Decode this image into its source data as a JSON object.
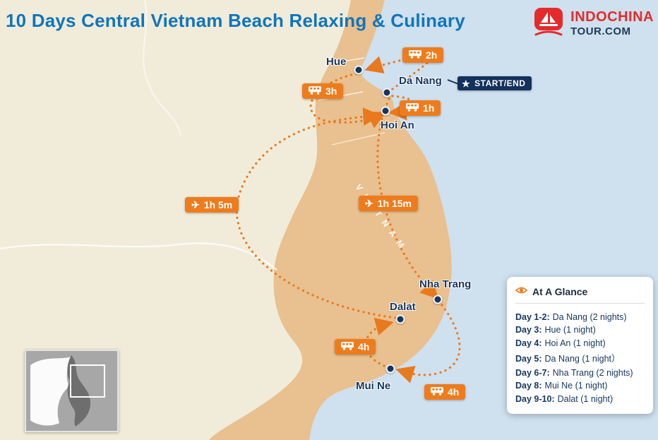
{
  "title": "10 Days Central Vietnam Beach Relaxing & Culinary",
  "logo": {
    "brand_top": "INDOCHINA",
    "brand_bottom": "TOUR.COM"
  },
  "start_end_label": "START/END",
  "vietnam_label": "VIETNAM",
  "icons": {
    "star": "★",
    "plane": "✈"
  },
  "colors": {
    "accent_orange": "#ee7c1d",
    "navy": "#17365d",
    "title_blue": "#1075bc",
    "sea": "#cfe0ef",
    "land_beige": "#f1ecda",
    "vietnam_tan": "#e9c08f",
    "brand_red": "#e42b2b"
  },
  "map": {
    "cities": [
      {
        "name": "Hue"
      },
      {
        "name": "Da Nang"
      },
      {
        "name": "Hoi An"
      },
      {
        "name": "Nha Trang"
      },
      {
        "name": "Dalat"
      },
      {
        "name": "Mui Ne"
      }
    ],
    "badges": [
      {
        "time": "2h",
        "mode": "bus"
      },
      {
        "time": "3h",
        "mode": "bus"
      },
      {
        "time": "1h",
        "mode": "bus"
      },
      {
        "time": "1h 5m",
        "mode": "flight"
      },
      {
        "time": "1h 15m",
        "mode": "flight"
      },
      {
        "time": "4h",
        "mode": "bus"
      },
      {
        "time": "4h",
        "mode": "bus"
      }
    ]
  },
  "glance": {
    "title": "At A Glance",
    "rows": [
      {
        "day": "Day 1-2:",
        "desc": "Da Nang (2 nights)"
      },
      {
        "day": "Day 3:",
        "desc": "Hue (1 night)"
      },
      {
        "day": "Day 4:",
        "desc": "Hoi An (1 night)"
      },
      {
        "day": "Day 5:",
        "desc": "Da Nang (1 night）"
      },
      {
        "day": "Day 6-7:",
        "desc": "Nha Trang (2 nights)"
      },
      {
        "day": "Day 8:",
        "desc": "Mui Ne (1 night)"
      },
      {
        "day": "Day 9-10:",
        "desc": "Dalat (1 night)"
      }
    ]
  }
}
